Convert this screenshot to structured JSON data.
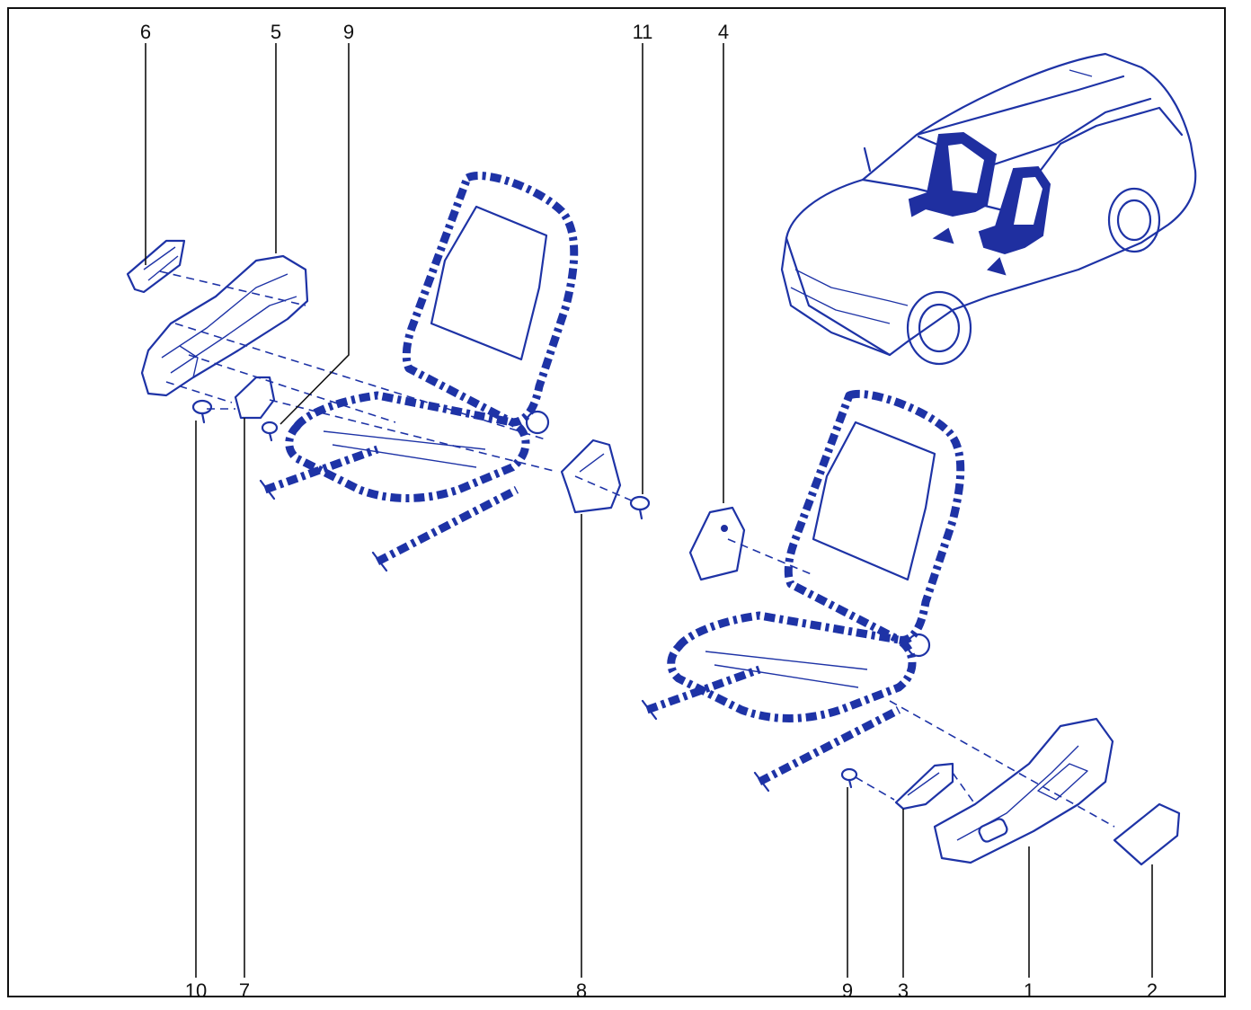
{
  "colors": {
    "line_art": "#1e33a6",
    "fill_dark": "#1f2fa0",
    "leader": "#111111",
    "background": "#ffffff"
  },
  "callouts": {
    "top": [
      "6",
      "5",
      "9",
      "11",
      "4"
    ],
    "bottom": [
      "10",
      "7",
      "8",
      "9",
      "3",
      "1",
      "2"
    ]
  }
}
